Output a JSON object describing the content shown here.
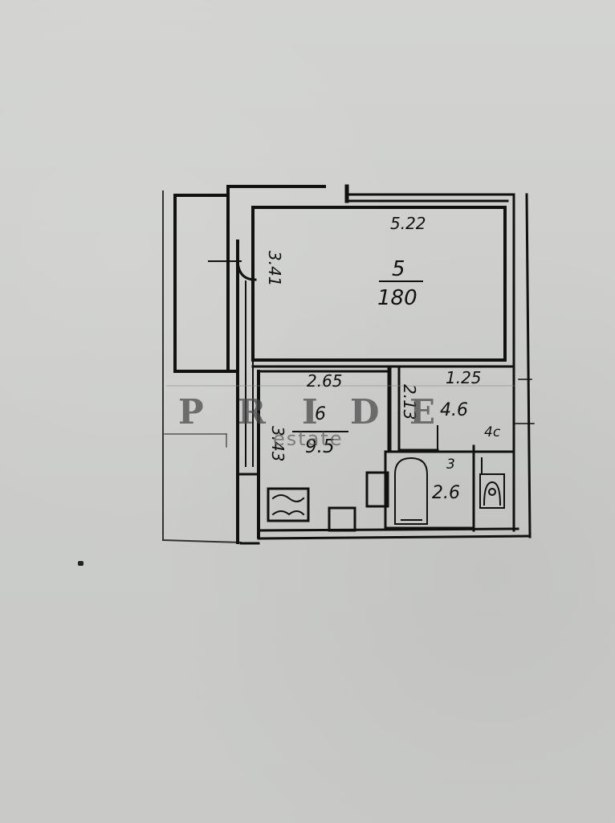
{
  "document": {
    "type": "floor-plan-scan",
    "background_color": "#cfd0ce",
    "ink_color": "#111111"
  },
  "rooms": {
    "living_room": {
      "label_number": "5",
      "area": "180",
      "width_dim": "5.22",
      "depth_dim": "3.41"
    },
    "kitchen": {
      "label_number": "6",
      "area": "9.5",
      "width_dim": "2.65",
      "depth_dim": "3.43"
    },
    "hallway": {
      "area": "4.6",
      "width_dim": "1.25",
      "depth_dim": "2.13"
    },
    "bathroom": {
      "label_number": "3",
      "area": "2.6"
    },
    "ventilation_mark": "4c"
  },
  "watermark": {
    "brand": "PRIDE",
    "letters": [
      "P",
      "R",
      "I",
      "D",
      "E"
    ],
    "subtitle": "estate"
  }
}
